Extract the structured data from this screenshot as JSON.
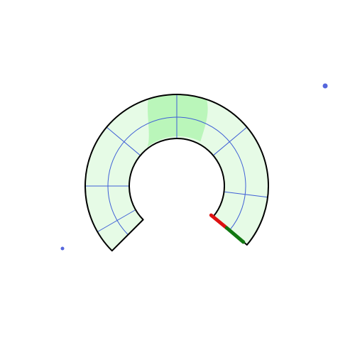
{
  "colors": {
    "background": "#ffffff",
    "ring_fill": "#e6fbe6",
    "highlight_fill": "#b5f5b5",
    "outline": "#000000",
    "grid": "#3f5fd6",
    "point": "#5566dd",
    "marker_red": "#dd1111",
    "marker_green": "#117711"
  },
  "diagram": {
    "shape": "open annular ring (C-shape) with polar grid",
    "grid_radial_lines": 5,
    "grid_circles": 1,
    "highlighted_sector_count": 1,
    "isolated_points": 2,
    "end_markers": [
      "red",
      "green"
    ]
  }
}
